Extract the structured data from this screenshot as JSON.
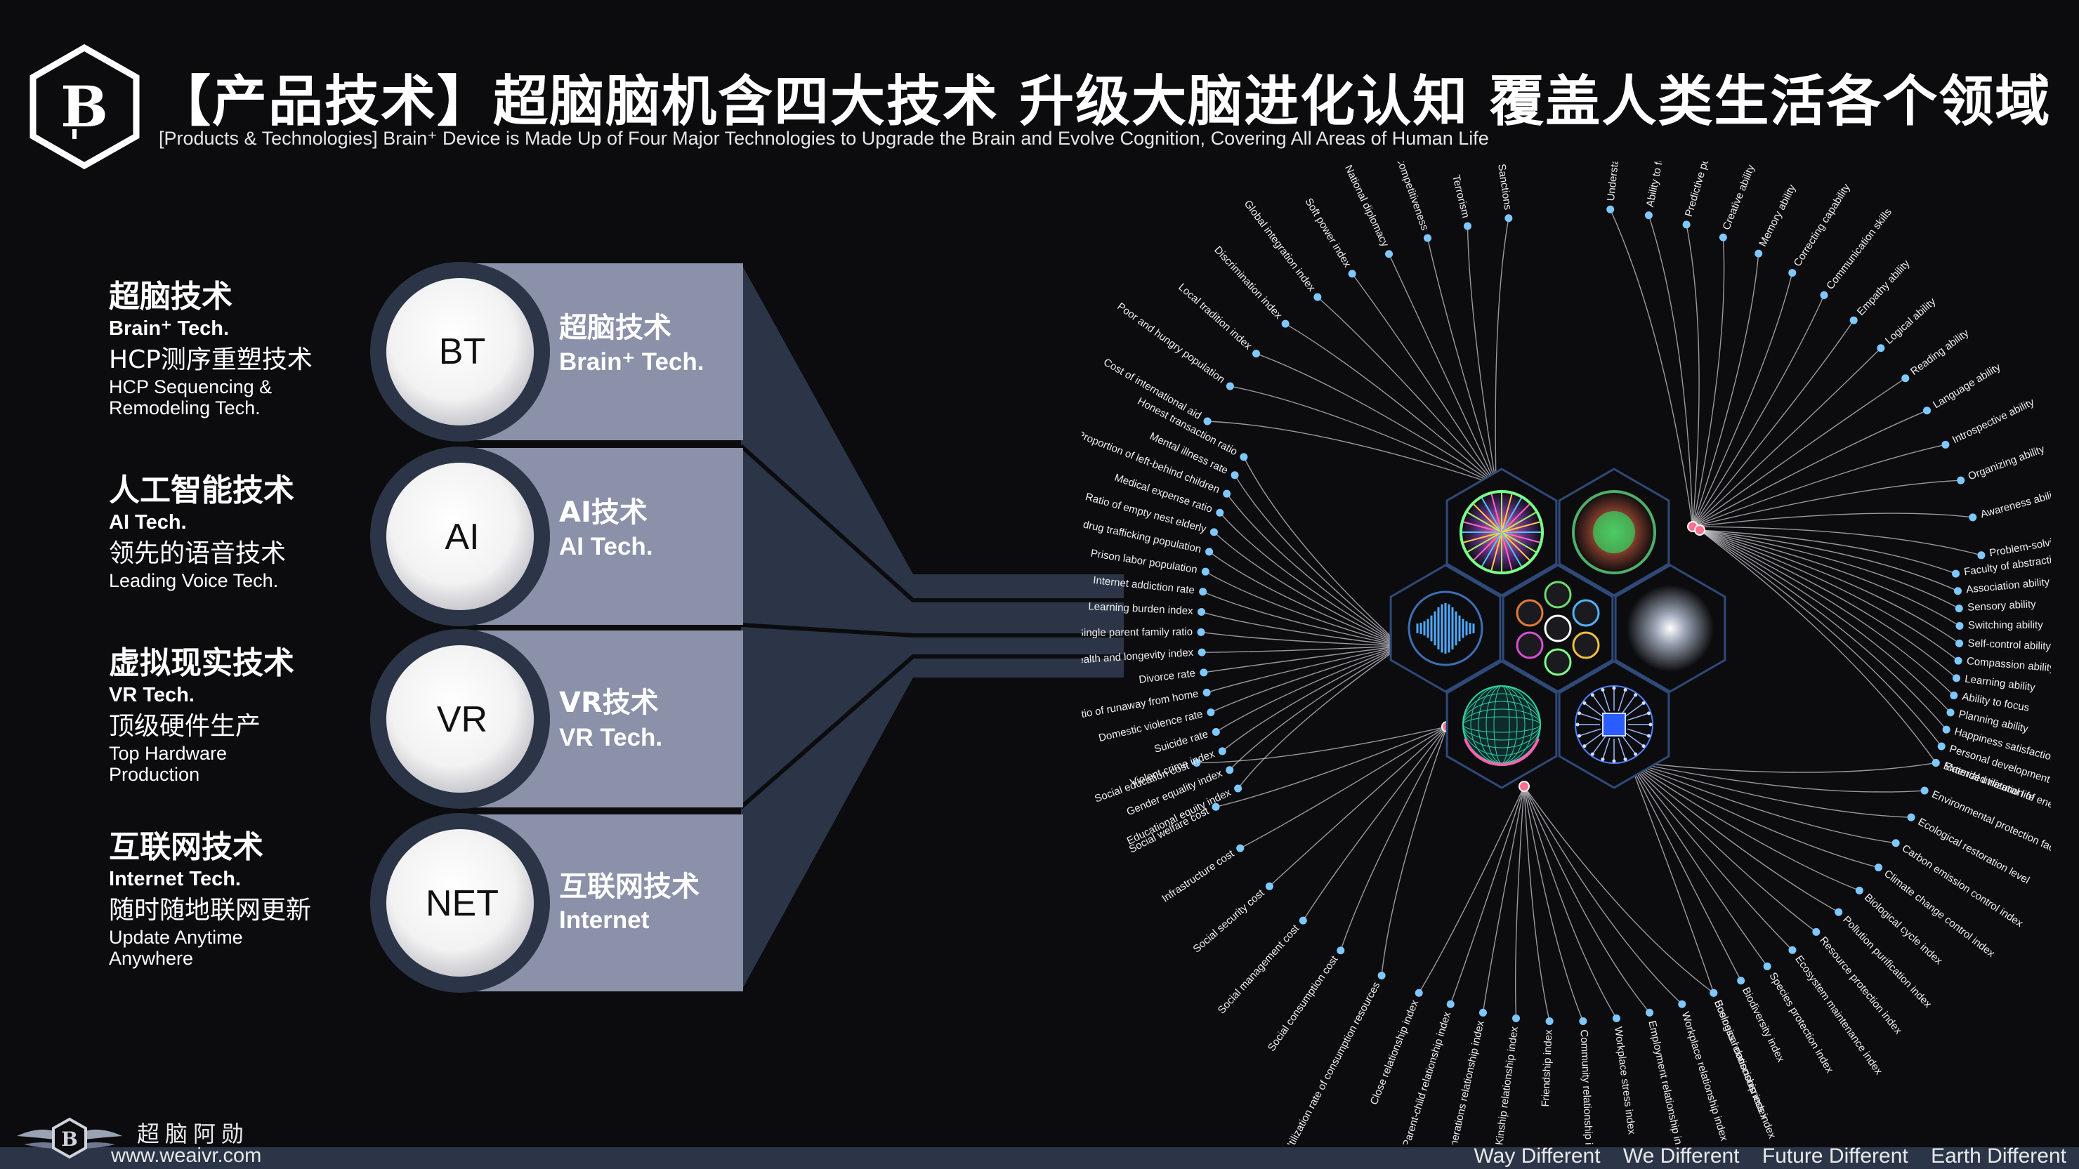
{
  "header": {
    "title": "【产品技术】超脑脑机含四大技术 升级大脑进化认知 覆盖人类生活各个领域",
    "subtitle": "[Products & Technologies] Brain⁺ Device is Made Up of Four Major Technologies to Upgrade the Brain and Evolve Cognition, Covering All Areas of Human Life",
    "logo_letter": "B"
  },
  "techs": [
    {
      "zh": "超脑技术",
      "en": "Brain⁺ Tech.",
      "sub_zh": "HCP测序重塑技术",
      "sub_en": "HCP Sequencing &\nRemodeling Tech.",
      "badge": "BT",
      "panel_zh": "超脑技术",
      "panel_en": "Brain⁺ Tech."
    },
    {
      "zh": "人工智能技术",
      "en": "AI Tech.",
      "sub_zh": "领先的语音技术",
      "sub_en": "Leading Voice Tech.",
      "badge": "AI",
      "panel_zh": "AI技术",
      "panel_en": "AI Tech."
    },
    {
      "zh": "虚拟现实技术",
      "en": "VR Tech.",
      "sub_zh": "顶级硬件生产",
      "sub_en": "Top Hardware\nProduction",
      "badge": "VR",
      "panel_zh": "VR技术",
      "panel_en": "VR Tech."
    },
    {
      "zh": "互联网技术",
      "en": "Internet Tech.",
      "sub_zh": "随时随地联网更新",
      "sub_en": "Update Anytime\nAnywhere",
      "badge": "NET",
      "panel_zh": "互联网技术",
      "panel_en": "Internet"
    }
  ],
  "clusters": [
    {
      "name": "top-left",
      "labels": [
        "Cost of international aid",
        "Poor and hungry population",
        "Local tradition index",
        "Discrimination index",
        "Global integration index",
        "Soft power index",
        "National diplomacy",
        "Competitiveness",
        "Terrorism",
        "Sanctions"
      ]
    },
    {
      "name": "top-right",
      "labels": [
        "Understanding ability",
        "Ability to feel",
        "Predictive power",
        "Creative ability",
        "Memory ability",
        "Correcting capability",
        "Communication skills",
        "Empathy ability",
        "Logical ability",
        "Reading ability",
        "Language ability",
        "Introspective ability",
        "Organizing ability",
        "Awareness ability",
        "Problem-solving ability"
      ]
    },
    {
      "name": "left",
      "labels": [
        "Honest transaction ratio",
        "Mental illness rate",
        "Proportion of left-behind children",
        "Medical expense ratio",
        "Ratio of empty nest elderly",
        "Drug and drug trafficking population",
        "Prison labor population",
        "Internet addiction rate",
        "Learning burden index",
        "Single parent family ratio",
        "Health and longevity index",
        "Divorce rate",
        "Ratio of runaway from home",
        "Domestic violence rate",
        "Suicide rate",
        "Violent crime index",
        "Gender equality index",
        "Educational equity index"
      ]
    },
    {
      "name": "right",
      "labels": [
        "Faculty of abstraction",
        "Association ability",
        "Sensory ability",
        "Switching ability",
        "Self-control ability",
        "Compassion ability",
        "Learning ability",
        "Ability to focus",
        "Planning ability",
        "Happiness satisfaction index",
        "Personal development ability",
        "Extended natural life"
      ]
    },
    {
      "name": "bottom-left",
      "labels": [
        "Utilization rate of consumption resources",
        "Social consumption cost",
        "Social management cost",
        "Social security cost",
        "Infrastructure cost",
        "Social welfare cost",
        "Social education cost"
      ]
    },
    {
      "name": "bottom-middle",
      "labels": [
        "Business relationship index",
        "Workplace relationship index",
        "Employment relationship index",
        "Workplace stress index",
        "Community relationship index",
        "Friendship index",
        "Kinship relationship index",
        "Two generations relationship index",
        "Parent-child relationship index",
        "Close relationship index"
      ]
    },
    {
      "name": "bottom-right",
      "labels": [
        "Material utilization of energy",
        "Environmental protection factor",
        "Ecological restoration level",
        "Carbon emission control index",
        "Climate change control index",
        "Biological cycle index",
        "Pollution purification index",
        "Resource protection index",
        "Ecosystem maintenance index",
        "Species protection index",
        "Biodiversity index",
        "Ecological consciousness index"
      ]
    }
  ],
  "footer": {
    "brand": "超脑阿勋",
    "url": "www.weaivr.com",
    "slogans": [
      "Way Different",
      "We Different",
      "Future Different",
      "Earth Different"
    ]
  },
  "colors": {
    "background": "#0c0c0e",
    "panel": "#8a91a8",
    "panel_dark": "#2b3547",
    "node": "#7fc8ff",
    "accent": "#ff6f8f",
    "footer_bar": "#2b3547"
  }
}
